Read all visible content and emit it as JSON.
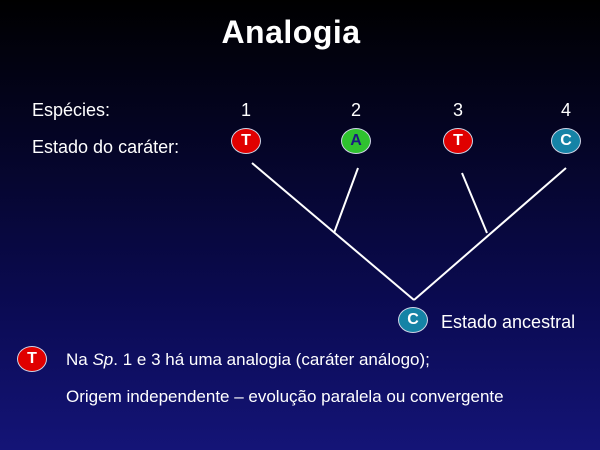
{
  "title": "Analogia",
  "row_labels": {
    "species": "Espécies:",
    "character_state": "Estado do caráter:"
  },
  "species": [
    {
      "number": "1",
      "state": "T",
      "color": "#e00000"
    },
    {
      "number": "2",
      "state": "A",
      "color": "#2fc22f"
    },
    {
      "number": "3",
      "state": "T",
      "color": "#e00000"
    },
    {
      "number": "4",
      "state": "C",
      "color": "#1583a6"
    }
  ],
  "ancestral": {
    "state": "C",
    "label": "Estado ancestral",
    "color": "#1583a6"
  },
  "legend": {
    "badge": "T",
    "line1_prefix": "Na ",
    "line1_species": "Sp",
    "line1_rest": ". 1 e 3 há uma analogia (caráter análogo);",
    "line2": "Origem independente – evolução paralela ou convergente"
  }
}
